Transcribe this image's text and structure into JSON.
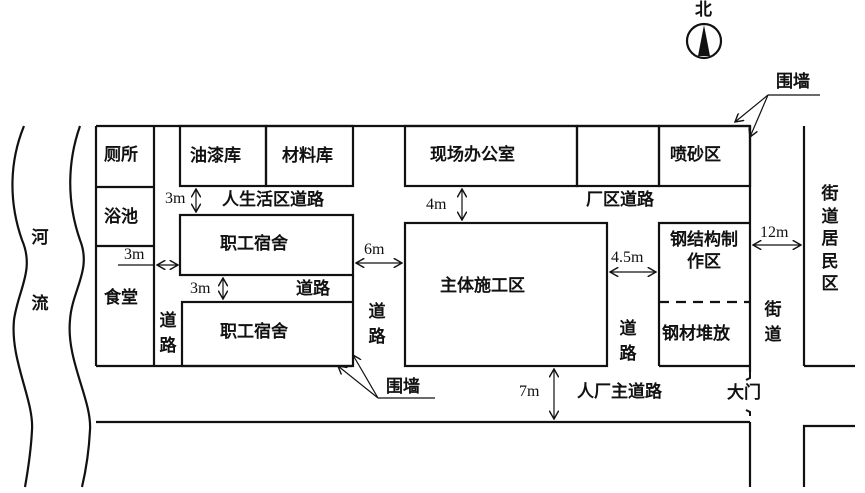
{
  "compass": {
    "label": "北",
    "icon": "north-arrow-icon"
  },
  "river": {
    "label": "河流"
  },
  "rooms": {
    "toilet": "厕所",
    "bath": "浴池",
    "canteen": "食堂",
    "paint_store": "油漆库",
    "material_store": "材料库",
    "site_office": "现场办公室",
    "sandblast": "喷砂区",
    "dorm_1": "职工宿舍",
    "dorm_2": "职工宿舍",
    "main_construction": "主体施工区",
    "steel_fabrication": "钢结构制作区",
    "steel_storage": "钢材堆放"
  },
  "roads": {
    "living_road": "人生活区道路",
    "factory_road": "厂区道路",
    "road_mid": "道路",
    "road_left_vertical": "道路",
    "road_center_vertical": "道路",
    "road_right_vertical": "道路",
    "main_entry_road": "人厂主道路",
    "street": "街道",
    "street_residential": "街道居民区"
  },
  "gate": "大门",
  "wall_labels": {
    "top": "围墙",
    "bottom": "围墙"
  },
  "dimensions": {
    "d_living_road": "3m",
    "d_left_road": "3m",
    "d_mid_road": "3m",
    "d_center_road": "6m",
    "d_factory_road": "4m",
    "d_right_road": "4.5m",
    "d_street": "12m",
    "d_main_road": "7m"
  }
}
